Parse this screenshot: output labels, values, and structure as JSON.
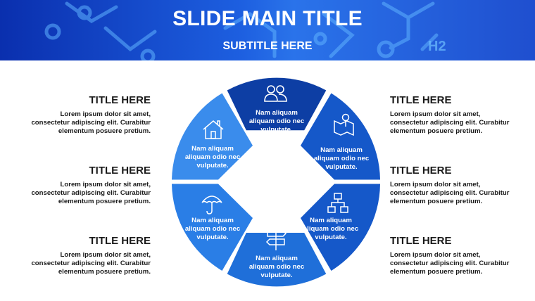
{
  "header": {
    "title": "SLIDE MAIN TITLE",
    "subtitle": "SUBTITLE HERE",
    "chem_label": "H2"
  },
  "colors": {
    "seg_top": "#0d3ea4",
    "seg_dark": "#1558c9",
    "seg_mid": "#1f6fd9",
    "seg_light": "#3a8cec"
  },
  "left_blocks": [
    {
      "title": "TITLE HERE",
      "lines": [
        "Lorem ipsum dolor sit amet,",
        "consectetur adipiscing elit. Curabitur",
        "elementum posuere pretium."
      ]
    },
    {
      "title": "TITLE HERE",
      "lines": [
        "Lorem ipsum dolor sit amet,",
        "consectetur adipiscing elit. Curabitur",
        "elementum posuere pretium."
      ]
    },
    {
      "title": "TITLE HERE",
      "lines": [
        "Lorem ipsum dolor sit amet,",
        "consectetur adipiscing elit. Curabitur",
        "elementum posuere pretium."
      ]
    }
  ],
  "right_blocks": [
    {
      "title": "TITLE HERE",
      "lines": [
        "Lorem ipsum dolor sit amet,",
        "consectetur adipiscing elit. Curabitur",
        "elementum posuere pretium."
      ]
    },
    {
      "title": "TITLE HERE",
      "lines": [
        "Lorem ipsum dolor sit amet,",
        "consectetur adipiscing elit. Curabitur",
        "elementum posuere pretium."
      ]
    },
    {
      "title": "TITLE HERE",
      "lines": [
        "Lorem ipsum dolor sit amet,",
        "consectetur adipiscing elit. Curabitur",
        "elementum posuere pretium."
      ]
    }
  ],
  "segments": [
    {
      "icon": "users-icon",
      "color": "#0d3ea4",
      "lines": [
        "Nam aliquam",
        "aliquam odio nec",
        "vulputate."
      ]
    },
    {
      "icon": "map-pin-icon",
      "color": "#1558c9",
      "lines": [
        "Nam aliquam",
        "aliquam odio nec",
        "vulputate."
      ]
    },
    {
      "icon": "hierarchy-icon",
      "color": "#1558c9",
      "lines": [
        "Nam aliquam",
        "aliquam odio nec",
        "vulputate."
      ]
    },
    {
      "icon": "signpost-icon",
      "color": "#1f6fd9",
      "lines": [
        "Nam aliquam",
        "aliquam odio nec",
        "vulputate."
      ]
    },
    {
      "icon": "umbrella-icon",
      "color": "#2a7ee6",
      "lines": [
        "Nam aliquam",
        "aliquam odio nec",
        "vulputate."
      ]
    },
    {
      "icon": "house-icon",
      "color": "#3a8cec",
      "lines": [
        "Nam aliquam",
        "aliquam odio nec",
        "vulputate."
      ]
    }
  ]
}
